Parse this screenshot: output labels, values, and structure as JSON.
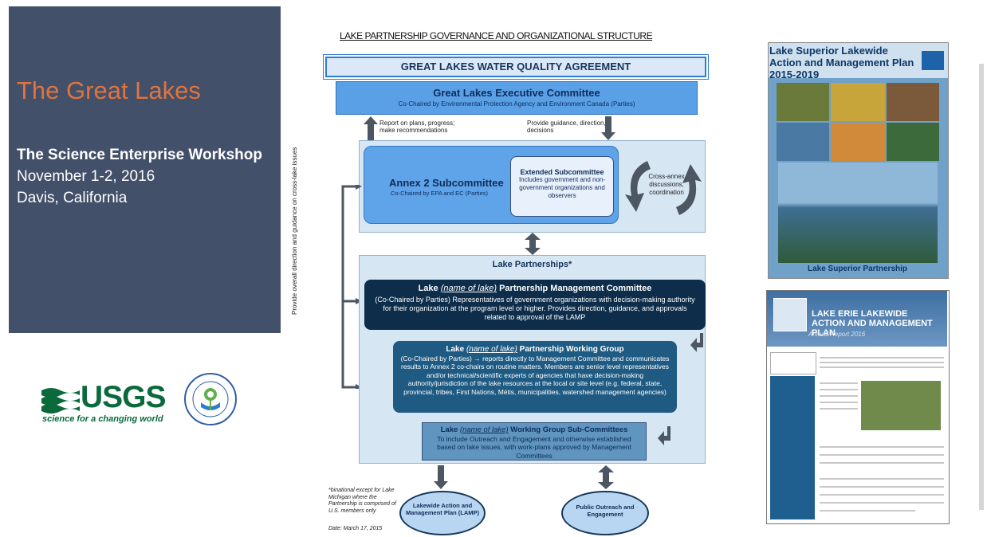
{
  "slide": {
    "title": "The Great Lakes",
    "workshop": "The Science Enterprise Workshop",
    "date": "November 1-2, 2016",
    "location": "Davis, California"
  },
  "logos": {
    "usgs_name": "USGS",
    "usgs_tagline": "science for a changing world"
  },
  "diagram": {
    "title": "LAKE PARTNERSHIP GOVERNANCE AND ORGANIZATIONAL STRUCTURE",
    "agreement": "GREAT LAKES WATER QUALITY AGREEMENT",
    "executive": {
      "title": "Great Lakes Executive Committee",
      "subtitle": "Co-Chaired by Environmental Protection Agency and Environment Canada (Parties)"
    },
    "report_up": "Report on plans, progress; make recommendations",
    "guidance_down": "Provide guidance, direction, decisions",
    "annex": {
      "title": "Annex 2 Subcommittee",
      "subtitle": "Co-Chaired by EPA and EC (Parties)"
    },
    "extended": {
      "title": "Extended Subcommittee",
      "body": "Includes government and non-government organizations and observers"
    },
    "cross_annex": "Cross-annex discussions, coordination",
    "side_label": "Provide overall direction and guidance on cross-lake issues",
    "partnerships_title": "Lake Partnerships*",
    "management": {
      "prefix": "Lake",
      "italic": "(name of lake)",
      "suffix": "Partnership Management Committee",
      "body": "(Co-Chaired by Parties) Representatives of government organizations with decision-making authority for their organization at the program level or higher. Provides direction, guidance, and approvals related to approval of the LAMP"
    },
    "working_group": {
      "prefix": "Lake",
      "italic": "(name of lake)",
      "suffix": "Partnership Working Group",
      "body": "(Co-Chaired by Parties) → reports directly to Management Committee and communicates results to Annex 2 co-chairs on routine matters. Members are senior level representatives and/or technical/scientific experts of agencies that have decision-making authority/jurisdiction of the lake resources at the local or site level (e.g. federal, state, provincial, tribes, First Nations, Métis, municipalities, watershed management agencies)"
    },
    "subcommittees": {
      "prefix": "Lake",
      "italic": "(name of lake)",
      "suffix": "Working Group Sub-Committees",
      "body": "To include Outreach and Engagement and otherwise established based on lake issues, with work-plans approved by Management Committees"
    },
    "lamp": "Lakewide Action and Management Plan (LAMP)",
    "outreach": "Public Outreach and Engagement",
    "footnote": "*binational except for Lake Michigan where the Partnership is comprised of U.S. members only",
    "date": "Date: March 17, 2015"
  },
  "reports": {
    "superior_title": "Lake Superior Lakewide Action and Management Plan 2015-2019",
    "superior_footer": "Lake Superior Partnership",
    "erie_title": "LAKE ERIE LAKEWIDE ACTION AND MANAGEMENT PLAN",
    "erie_subtitle": "Annual Report 2016"
  },
  "colors": {
    "panel": "#43506a",
    "title_orange": "#e2733d",
    "usgs_green": "#0a6a3c",
    "dark_navy": "#0d2d4a",
    "mid_blue": "#1e5a82",
    "light_blue": "#5fa3e8"
  }
}
